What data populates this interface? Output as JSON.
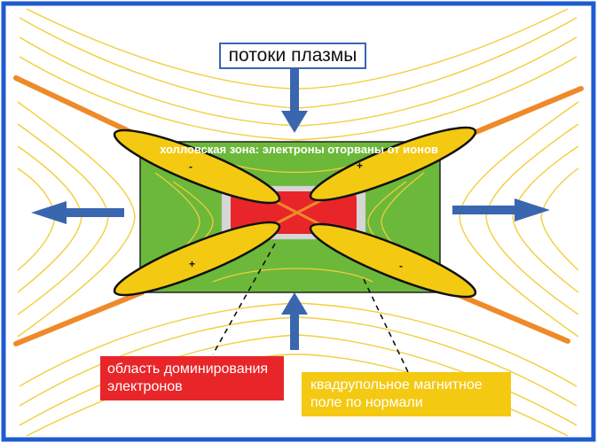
{
  "title": "потоки плазмы",
  "hall_zone_label": "холловская зона: электроны оторваны от ионов",
  "electron_domain_label": "область доминирования электронов",
  "magnetic_field_label": "квадрупольное магнитное поле по нормали",
  "signs": [
    "-",
    "+",
    "+",
    "-"
  ],
  "colors": {
    "frame": "#1f5bd1",
    "field_lines": "#f1cf3c",
    "separatrix": "#ef8a2a",
    "hall_zone": "#6cb83a",
    "electron_domain": "#e8262a",
    "lobes": "#f4c912",
    "arrows": "#3a66b0"
  }
}
